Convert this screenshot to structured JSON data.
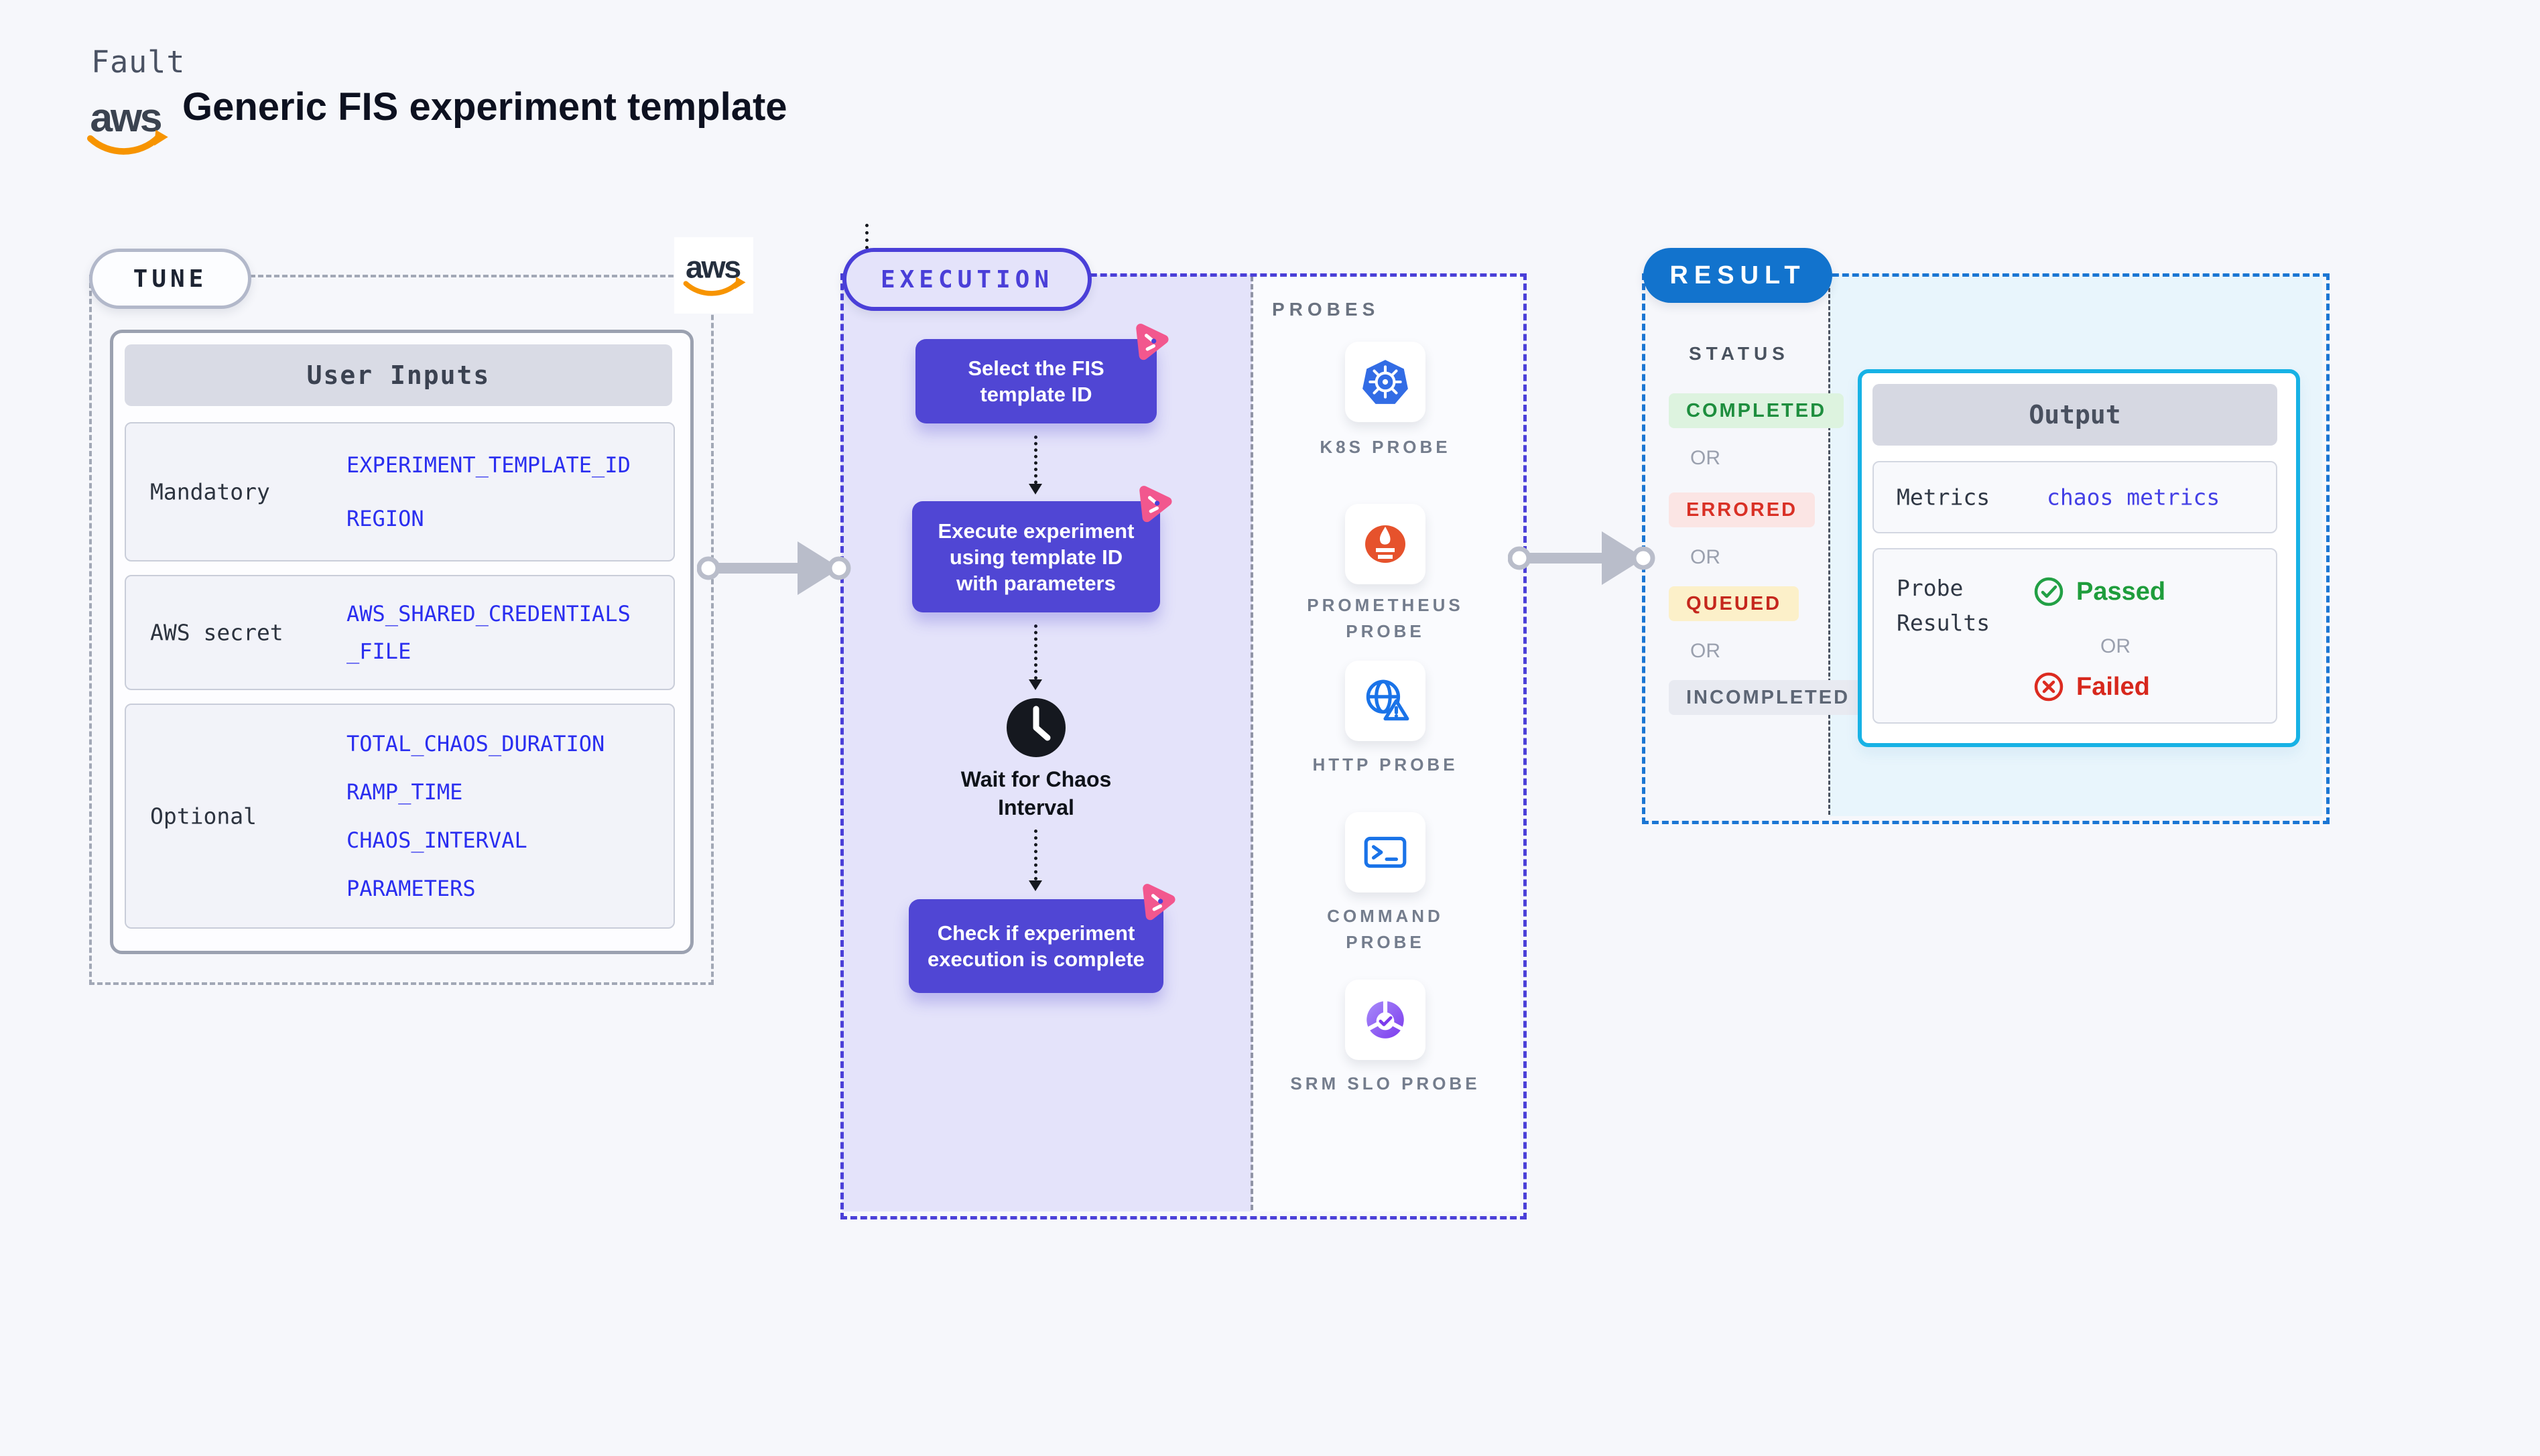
{
  "header": {
    "brand": "Fault",
    "title": "Generic FIS experiment template"
  },
  "tune": {
    "label": "TUNE",
    "user_inputs": {
      "header": "User Inputs",
      "rows": [
        {
          "label": "Mandatory",
          "values": [
            "EXPERIMENT_TEMPLATE_ID",
            "REGION"
          ]
        },
        {
          "label": "AWS secret",
          "values": [
            "AWS_SHARED_CREDENTIALS_FILE"
          ]
        },
        {
          "label": "Optional",
          "values": [
            "TOTAL_CHAOS_DURATION",
            "RAMP_TIME",
            "CHAOS_INTERVAL",
            "PARAMETERS"
          ]
        }
      ]
    }
  },
  "execution": {
    "label": "EXECUTION",
    "steps": {
      "select": "Select the FIS template ID",
      "execute": "Execute experiment using template ID with parameters",
      "wait": "Wait for Chaos Interval",
      "check": "Check if experiment execution is complete"
    },
    "probes": {
      "label": "PROBES",
      "items": [
        {
          "name": "K8S PROBE",
          "icon": "kubernetes-icon"
        },
        {
          "name": "PROMETHEUS PROBE",
          "icon": "prometheus-icon"
        },
        {
          "name": "HTTP PROBE",
          "icon": "globe-alert-icon"
        },
        {
          "name": "COMMAND PROBE",
          "icon": "terminal-icon"
        },
        {
          "name": "SRM SLO PROBE",
          "icon": "slo-gauge-icon"
        }
      ]
    }
  },
  "result": {
    "label": "RESULT",
    "status": {
      "label": "STATUS",
      "separator": "OR",
      "badges": [
        {
          "text": "COMPLETED",
          "color": "#1e8e3e",
          "bg": "#ddf3df"
        },
        {
          "text": "ERRORED",
          "color": "#d93025",
          "bg": "#fbe5e4"
        },
        {
          "text": "QUEUED",
          "color": "#c5271d",
          "bg": "#fcf0c9"
        },
        {
          "text": "INCOMPLETED",
          "color": "#5d6675",
          "bg": "#e8eaf1"
        }
      ]
    },
    "output": {
      "header": "Output",
      "metrics": {
        "label": "Metrics",
        "value": "chaos metrics",
        "value_color": "#4440e6"
      },
      "probe_results": {
        "label": "Probe Results",
        "passed": "Passed",
        "passed_color": "#1f9d3c",
        "separator": "OR",
        "failed": "Failed",
        "failed_color": "#d7281d"
      }
    }
  },
  "colors": {
    "page_bg": "#f6f7fb",
    "tune_border": "#a2a8b6",
    "execution_accent": "#4a3fd8",
    "execution_bg": "#e4e3fa",
    "step_bg": "#5046d4",
    "litmus_pink": "#f2578e",
    "result_accent": "#1273cd",
    "output_border": "#17b2e5",
    "output_bg_tint": "#e8f5fc",
    "aws_orange": "#f79400",
    "value_blue": "#2a2ef0"
  }
}
